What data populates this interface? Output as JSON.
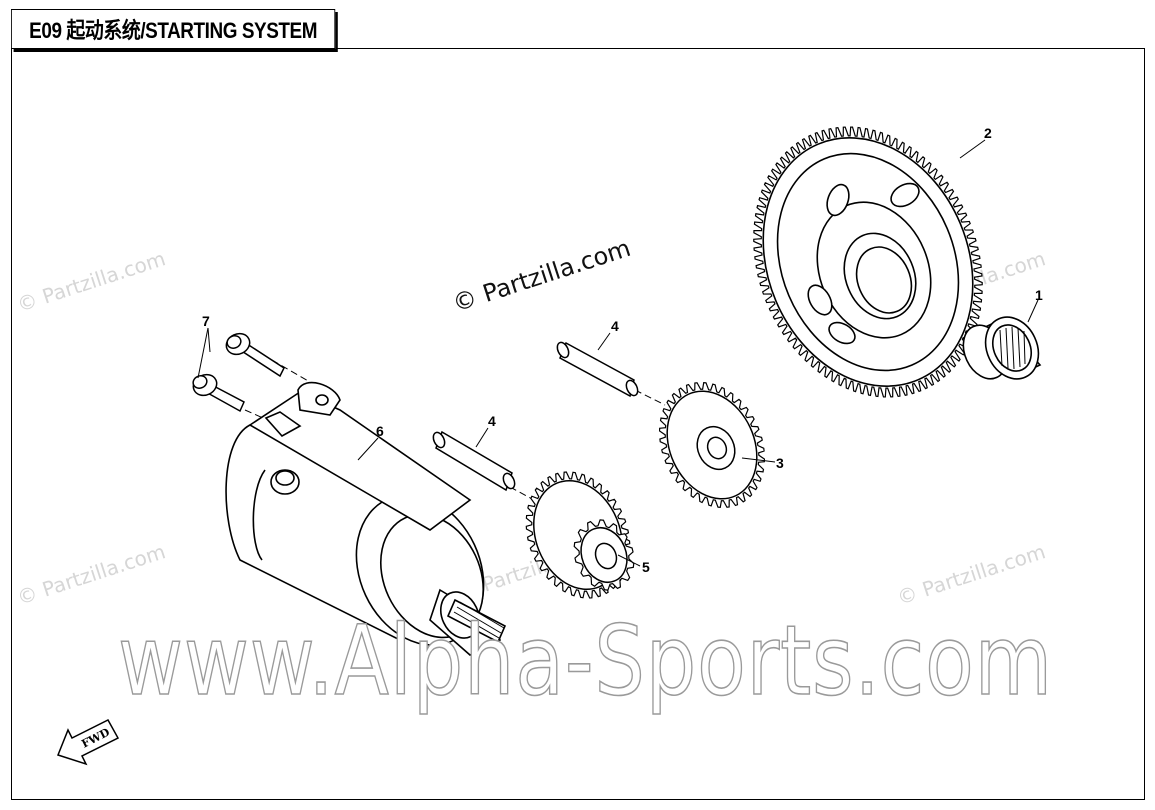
{
  "header": {
    "title": "E09 起动系统/STARTING SYSTEM"
  },
  "watermarks": {
    "main": "© Partzilla.com",
    "faint": "© Partzilla.com",
    "site": "www.Alpha-Sports.com"
  },
  "direction_label": "FWD",
  "parts": [
    {
      "number": "1",
      "description": "needle bearing"
    },
    {
      "number": "2",
      "description": "large starter gear"
    },
    {
      "number": "3",
      "description": "idler gear"
    },
    {
      "number": "4",
      "description": "shaft pin"
    },
    {
      "number": "4",
      "description": "shaft pin"
    },
    {
      "number": "5",
      "description": "double gear"
    },
    {
      "number": "6",
      "description": "starter motor"
    },
    {
      "number": "7",
      "description": "flange bolts"
    }
  ],
  "colors": {
    "line": "#000000",
    "background": "#ffffff",
    "watermark_faint": "#d6d6d6"
  }
}
